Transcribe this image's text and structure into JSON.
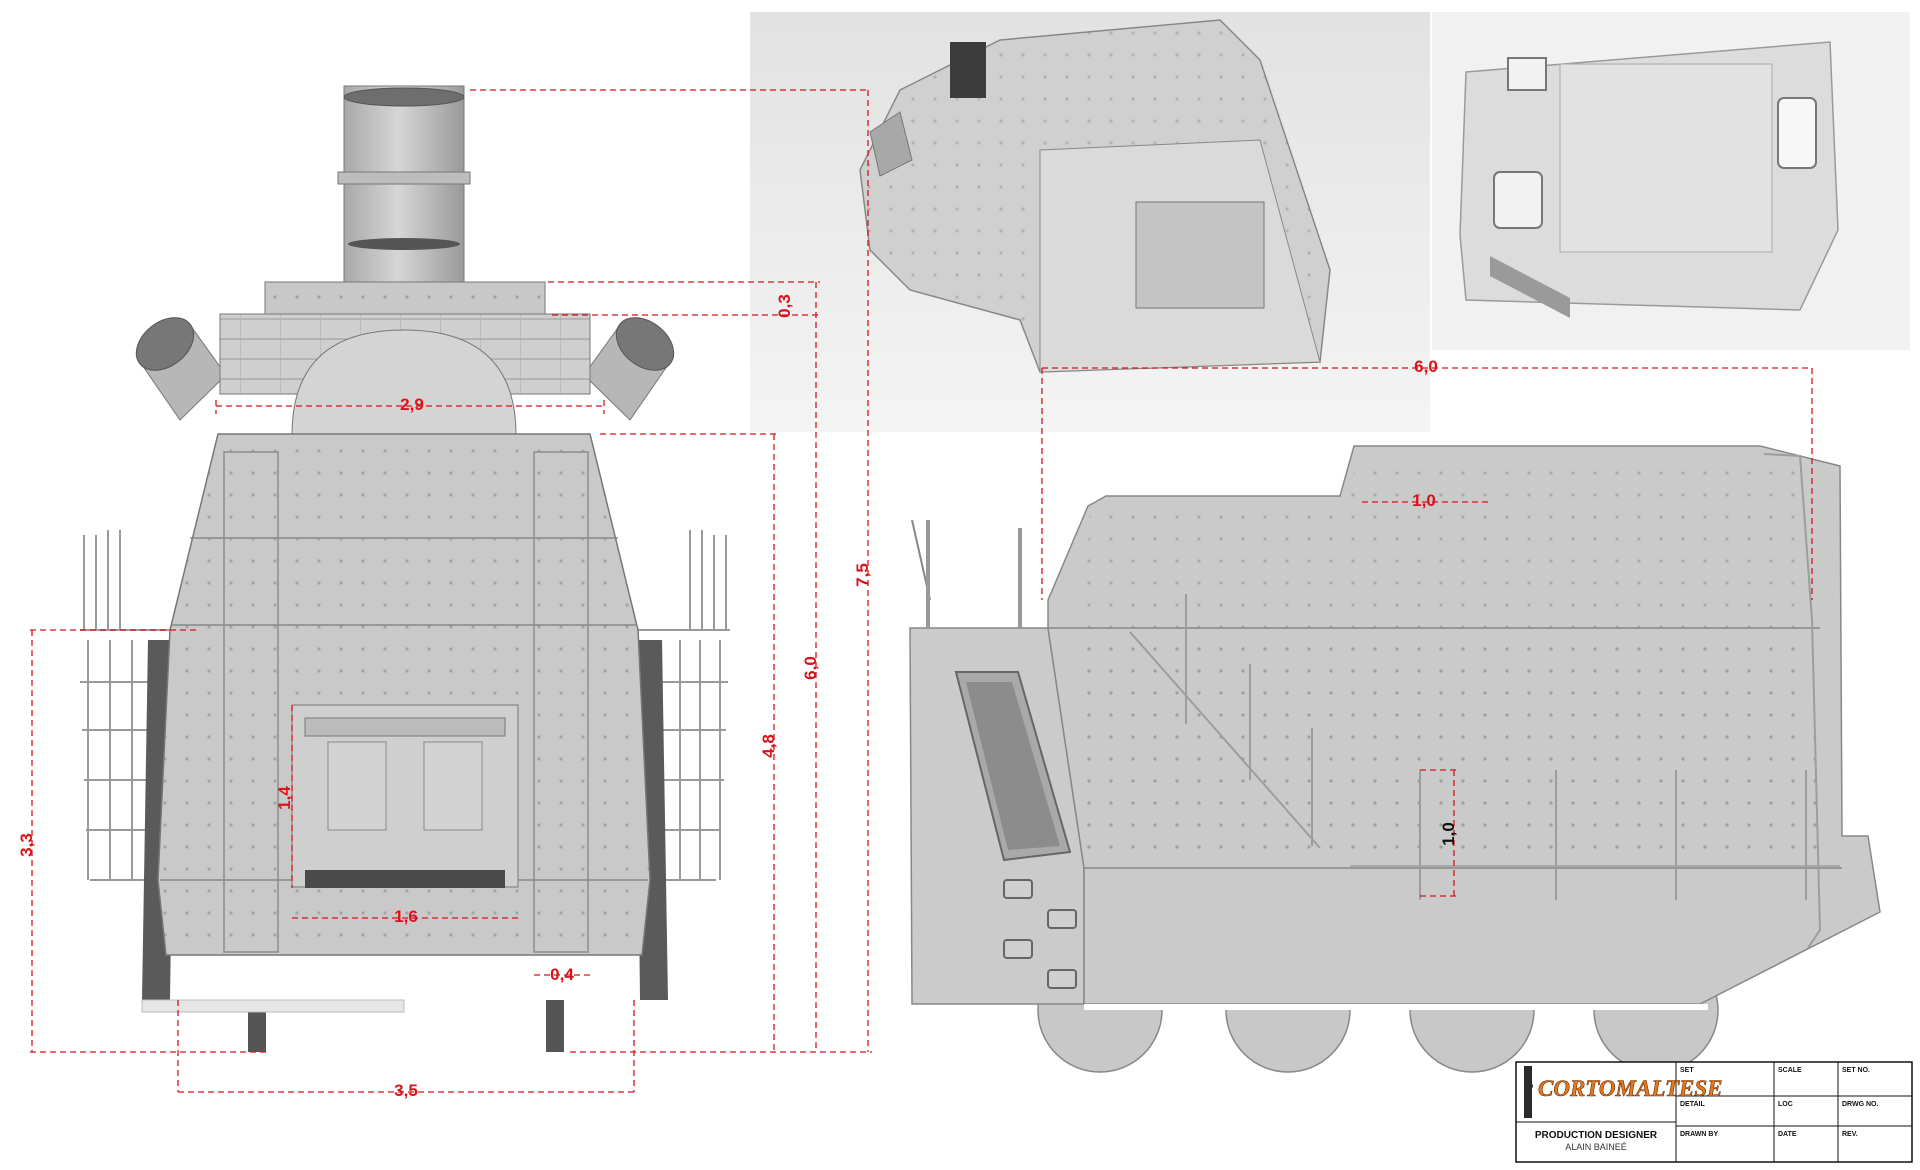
{
  "dimensions": {
    "stack_height": "0,3",
    "top_width": "2,9",
    "total_height": "7,5",
    "body_height_6": "6,0",
    "cabin_height": "4,8",
    "side_height": "3,3",
    "door_height": "1,4",
    "door_width": "1,6",
    "ladder_width": "0,4",
    "base_width": "3,5",
    "length": "6,0",
    "roof_step": "1,0",
    "panel_height": "1,0"
  },
  "title_block": {
    "logo": "CORTOMALTESE",
    "role": "PRODUCTION DESIGNER",
    "name": "ALAIN BAINEÉ",
    "fields": {
      "set": "SET",
      "scale": "SCALE",
      "set_no": "SET NO.",
      "detail": "DETAIL",
      "loc": "LOC",
      "drwg_no": "DRWG NO.",
      "drawn_by": "DRAWN BY",
      "date": "DATE",
      "rev": "REV."
    }
  },
  "colors": {
    "dimension": "#d8141a",
    "body": "#c9c9c9",
    "logo": "#e4781b"
  }
}
